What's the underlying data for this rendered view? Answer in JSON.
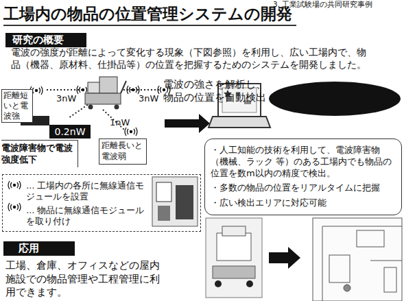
{
  "diagram": {
    "title": "工場内の物品の位置管理システムの開発",
    "nodes": [
      {
        "text": [
          "研究の概要"
        ]
      },
      {
        "text": [
          "距離短いと電波強"
        ]
      },
      {
        "text": [
          "0.2nW"
        ]
      },
      {
        "text": [
          "電波障害物で電波強度低下"
        ]
      },
      {
        "text": [
          "距離長いと電波弱"
        ]
      },
      {
        "text": [
          "… 工場内の各所に無線通信モジュールを設置",
          "… 物品に無線通信モジュールを取り付け"
        ]
      },
      {
        "text": [
          "・人工知能の技術を利用して、電波障害物（機械、ラック 等）のある工場内でも物品の位置を数m以内の精度で検出。",
          "・多数の物品の位置をリアルタイムに把握",
          "・広い検出エリアに対応可能"
        ]
      },
      {
        "text": [
          "応用"
        ]
      }
    ],
    "labels": [
      "3. 工業試験場の共同研究事例",
      "電波の強度が距離によって変化する現象（下図参照）を利用し、広い工場内で、物品（機器、原材料、仕掛品等）の位置を把握するためのシステムを開発しました。",
      "3nW",
      "3nW",
      "1nW",
      "電波の強さを解析し、物品の位置を自動検出",
      "工場、倉庫、オフィスなどの屋内施設での物品管理や工程管理に利用できます。"
    ]
  }
}
